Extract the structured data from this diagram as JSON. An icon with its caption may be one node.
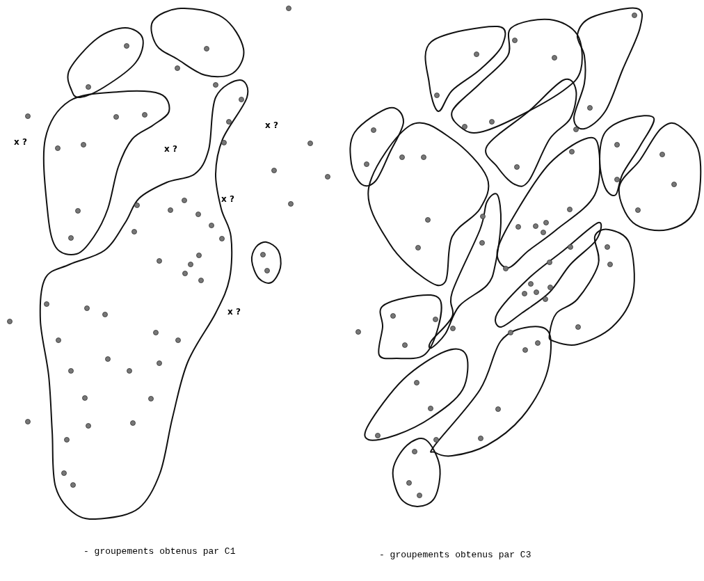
{
  "diagram": {
    "labels": [
      "x ?",
      "x ?",
      "x ?",
      "x ?",
      "x ?",
      "- groupements obtenus par C1",
      "- groupements obtenus par C3"
    ]
  }
}
